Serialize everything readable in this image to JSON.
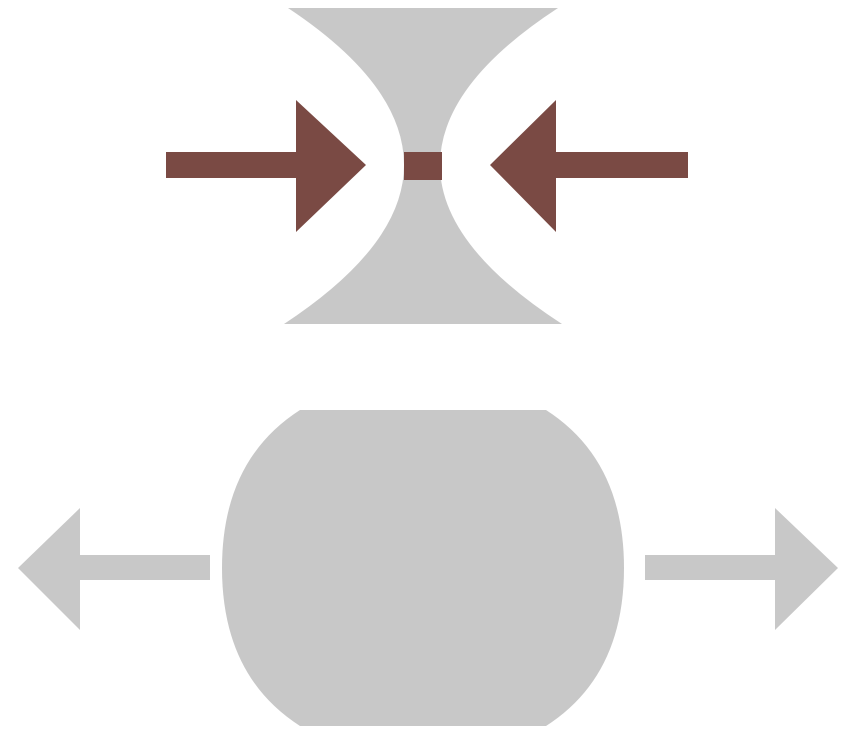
{
  "diagram": {
    "colors": {
      "background": "#ffffff",
      "shape_gray": "#c8c8c8",
      "accent_brown": "#7a4a44"
    },
    "top_panel": {
      "shape": "hourglass-constriction",
      "arrows": "inward-pointing-arrows",
      "highlight": "narrow-waist-band"
    },
    "bottom_panel": {
      "shape": "rounded-barrel",
      "arrows": "outward-pointing-arrows"
    }
  }
}
